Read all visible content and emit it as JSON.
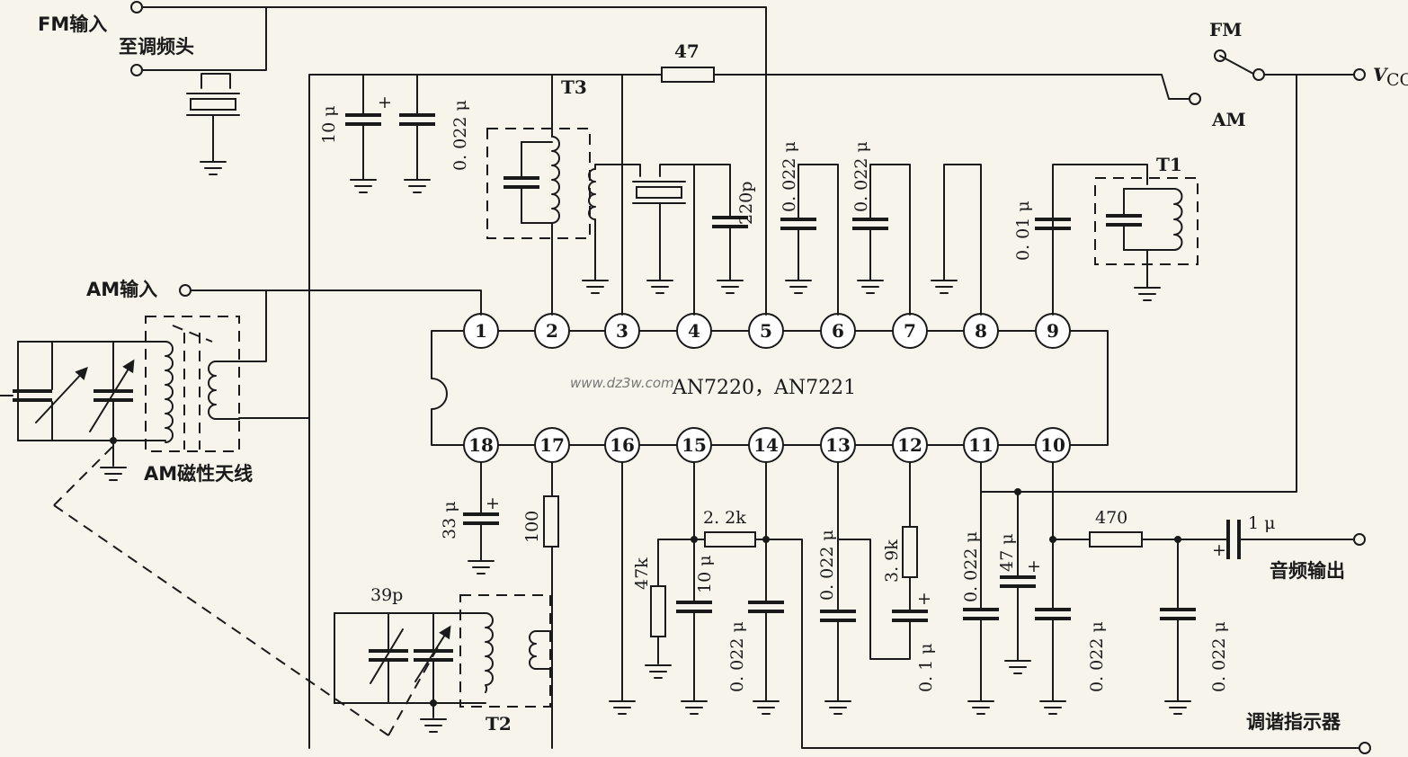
{
  "chip": {
    "name": "AN7220，AN7221",
    "watermark": "www.dz3w.com"
  },
  "top_pins": [
    "1",
    "2",
    "3",
    "4",
    "5",
    "6",
    "7",
    "8",
    "9"
  ],
  "bottom_pins": [
    "18",
    "17",
    "16",
    "15",
    "14",
    "13",
    "12",
    "11",
    "10"
  ],
  "labels": {
    "fm_input": "FM输入",
    "to_tuner": "至调频头",
    "am_input": "AM输入",
    "am_antenna": "AM磁性天线",
    "audio_out": "音频输出",
    "tuning_indicator": "调谐指示器",
    "vcc_main": "V",
    "vcc_sub": "CC",
    "sw_fm": "FM",
    "sw_am": "AM",
    "t1": "T1",
    "t2": "T2",
    "t3": "T3"
  },
  "values": {
    "r47": "47",
    "c10u": "10 μ",
    "c0022_top": "0. 022 μ",
    "c220p": "220p",
    "c0022_p5": "0. 022 μ",
    "c0022_p6": "0. 022 μ",
    "c001": "0. 01 μ",
    "c33u": "33 μ",
    "r100": "100",
    "c39p": "39p",
    "r47k": "47k",
    "c10u_b": "10 μ",
    "r2k2": "2. 2k",
    "c0022_14": "0. 022 μ",
    "c0022_13": "0. 022 μ",
    "r3k9": "3. 9k",
    "c01u": "0. 1 μ",
    "c0022_11": "0. 022 μ",
    "c47u": "47 μ",
    "r470": "470",
    "c0022_10": "0. 022 μ",
    "c1u": "1 μ",
    "c0022_out": "0. 022 μ",
    "plus": "+"
  }
}
